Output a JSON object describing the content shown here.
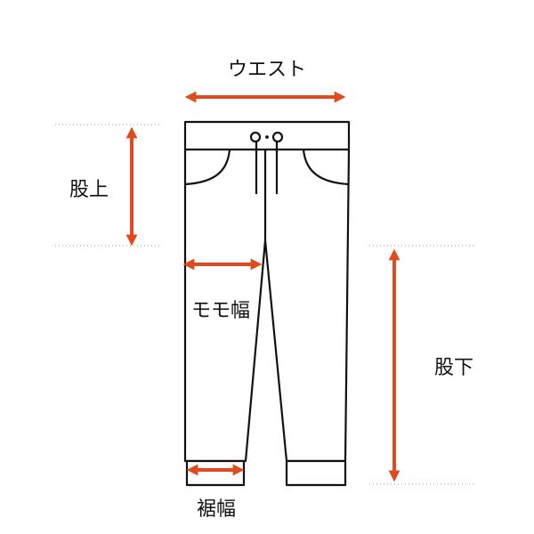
{
  "labels": {
    "waist": "ウエスト",
    "rise": "股上",
    "thigh": "モモ幅",
    "inseam": "股下",
    "hem": "裾幅"
  },
  "colors": {
    "arrow": "#e04a1c",
    "outline": "#111111",
    "guide": "#999999"
  }
}
